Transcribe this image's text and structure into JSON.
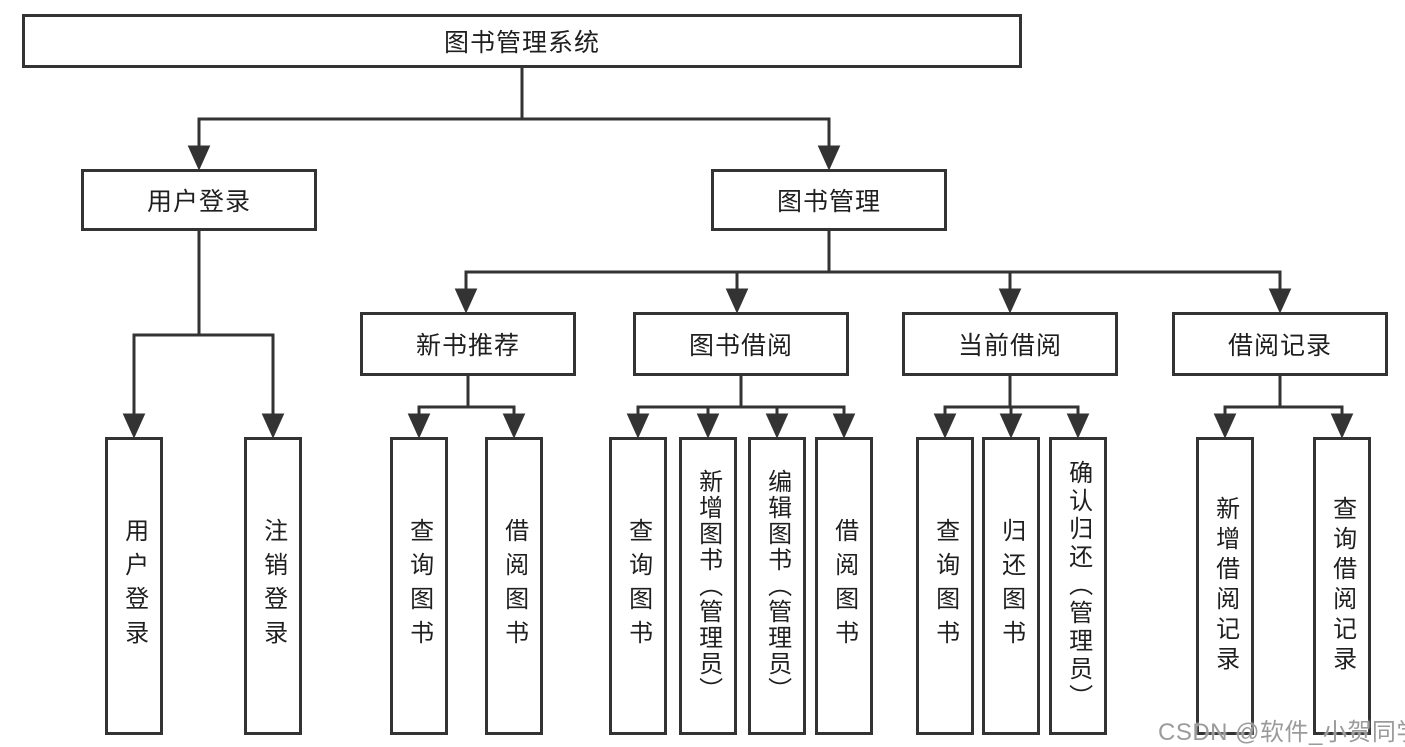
{
  "tree": {
    "root": {
      "label": "图书管理系统"
    },
    "children": [
      {
        "label": "用户登录",
        "children": [
          {
            "label": "用户登录"
          },
          {
            "label": "注销登录"
          }
        ]
      },
      {
        "label": "图书管理",
        "children": [
          {
            "label": "新书推荐",
            "children": [
              {
                "label": "查询图书"
              },
              {
                "label": "借阅图书"
              }
            ]
          },
          {
            "label": "图书借阅",
            "children": [
              {
                "label": "查询图书"
              },
              {
                "label": "新增图书（管理员）"
              },
              {
                "label": "编辑图书（管理员）"
              },
              {
                "label": "借阅图书"
              }
            ]
          },
          {
            "label": "当前借阅",
            "children": [
              {
                "label": "查询图书"
              },
              {
                "label": "归还图书"
              },
              {
                "label": "确认归还（管理员）"
              }
            ]
          },
          {
            "label": "借阅记录",
            "children": [
              {
                "label": "新增借阅记录"
              },
              {
                "label": "查询借阅记录"
              }
            ]
          }
        ]
      }
    ]
  },
  "watermark": {
    "text": "CSDN @软件_小贺同学"
  },
  "style": {
    "line_color": "#333333",
    "box_border_color": "#333333",
    "box_fill": "#ffffff",
    "text_color": "#1f1f1f",
    "watermark_color": "#9b9b9b",
    "background": "#ffffff"
  }
}
